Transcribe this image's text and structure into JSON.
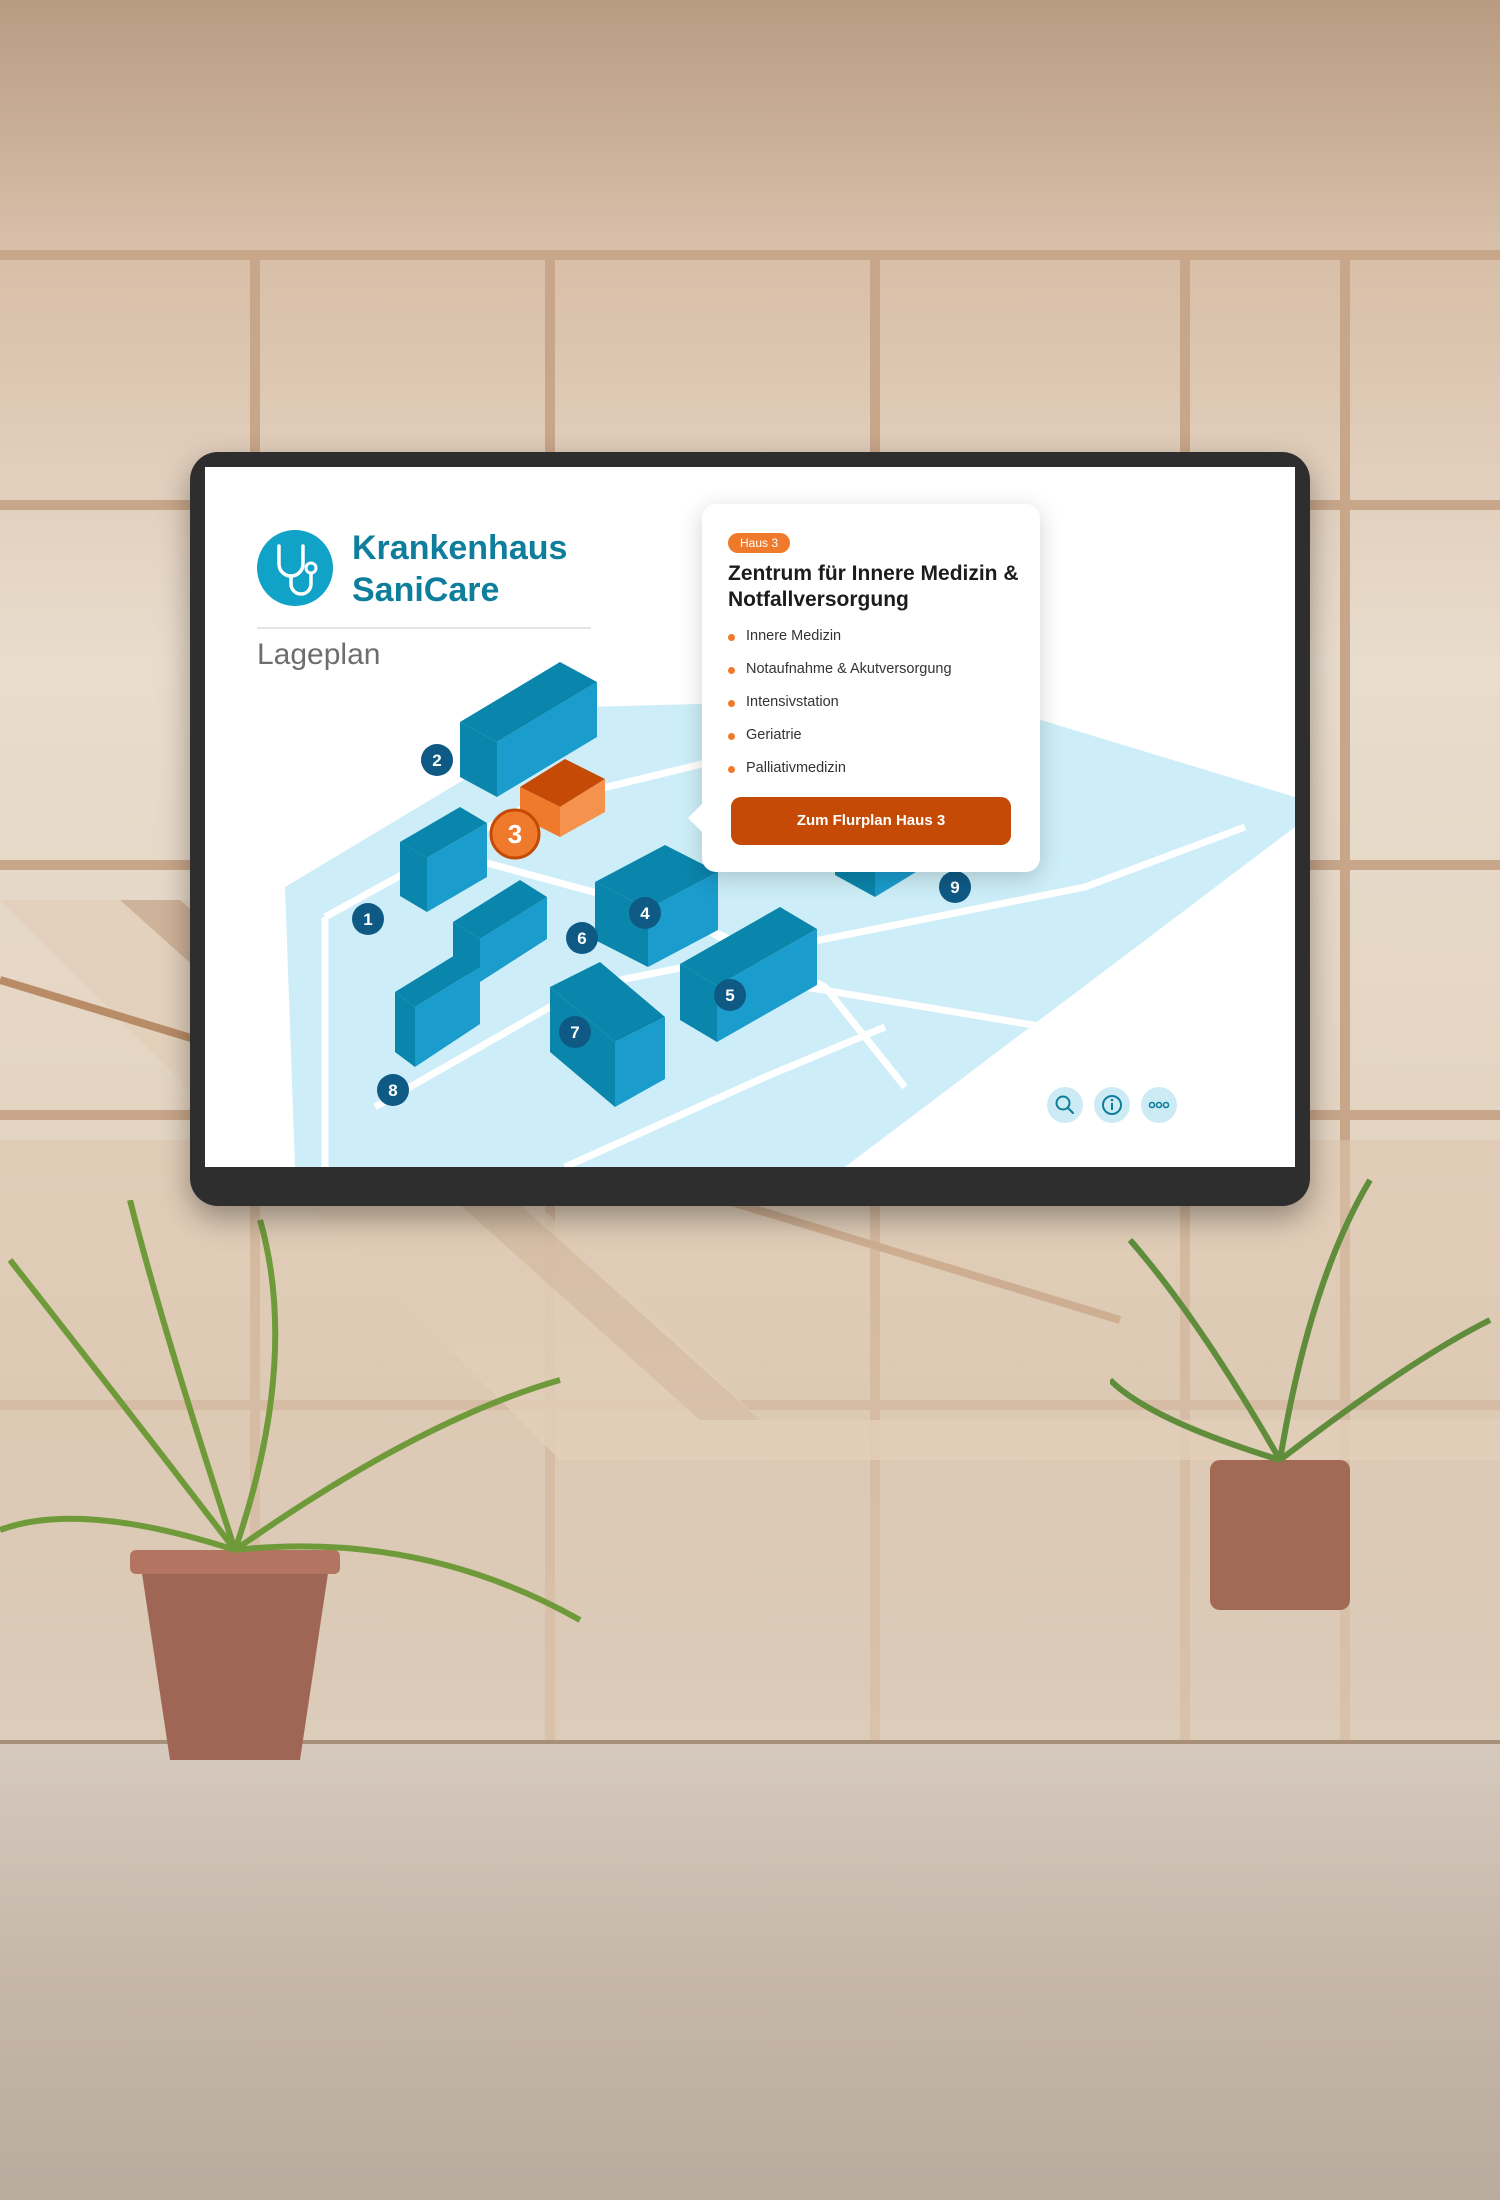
{
  "app": {
    "name_line1": "Krankenhaus",
    "name_line2": "SaniCare",
    "page_title": "Lageplan"
  },
  "map": {
    "buildings": [
      {
        "number": "1"
      },
      {
        "number": "2"
      },
      {
        "number": "3",
        "selected": true
      },
      {
        "number": "4"
      },
      {
        "number": "5"
      },
      {
        "number": "6"
      },
      {
        "number": "7"
      },
      {
        "number": "8"
      },
      {
        "number": "9"
      }
    ]
  },
  "popup": {
    "badge": "Haus 3",
    "title": "Zentrum für Innere Medizin & Notfallversorgung",
    "departments": [
      "Innere Medizin",
      "Notaufnahme & Akutversorgung",
      "Intensivstation",
      "Geriatrie",
      "Palliativmedizin"
    ],
    "button_label": "Zum Flurplan Haus 3"
  },
  "controls": [
    {
      "icon": "search-icon"
    },
    {
      "icon": "info-icon"
    },
    {
      "icon": "more-icon"
    }
  ],
  "colors": {
    "brand": "#0e7e9c",
    "building_top": "#0a85ab",
    "building_side": "#1a9ccc",
    "ground": "#cdeef8",
    "accent": "#f07a2c",
    "button": "#c44a05",
    "marker": "#0f5a85"
  }
}
